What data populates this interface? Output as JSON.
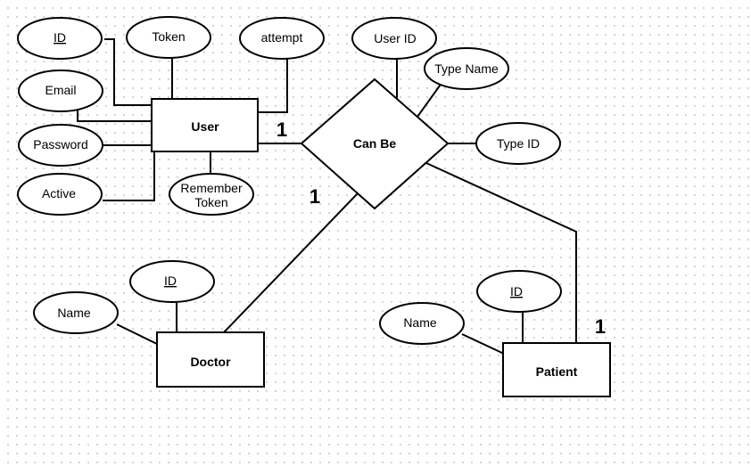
{
  "relationship": {
    "label": "Can Be"
  },
  "entities": {
    "user": {
      "label": "User"
    },
    "doctor": {
      "label": "Doctor"
    },
    "patient": {
      "label": "Patient"
    }
  },
  "attributes": {
    "user_id": {
      "label": "ID",
      "key": true
    },
    "token": {
      "label": "Token"
    },
    "attempt": {
      "label": "attempt"
    },
    "email": {
      "label": "Email"
    },
    "password": {
      "label": "Password"
    },
    "active": {
      "label": "Active"
    },
    "remember_token": {
      "label_line1": "Remember",
      "label_line2": "Token"
    },
    "rel_user_id": {
      "label": "User ID"
    },
    "type_name": {
      "label": "Type Name"
    },
    "type_id": {
      "label": "Type ID"
    },
    "doctor_id": {
      "label": "ID",
      "key": true
    },
    "doctor_name": {
      "label": "Name"
    },
    "patient_id": {
      "label": "ID",
      "key": true
    },
    "patient_name": {
      "label": "Name"
    }
  },
  "cardinalities": {
    "user_side": "1",
    "doctor_side": "1",
    "patient_side": "1"
  }
}
